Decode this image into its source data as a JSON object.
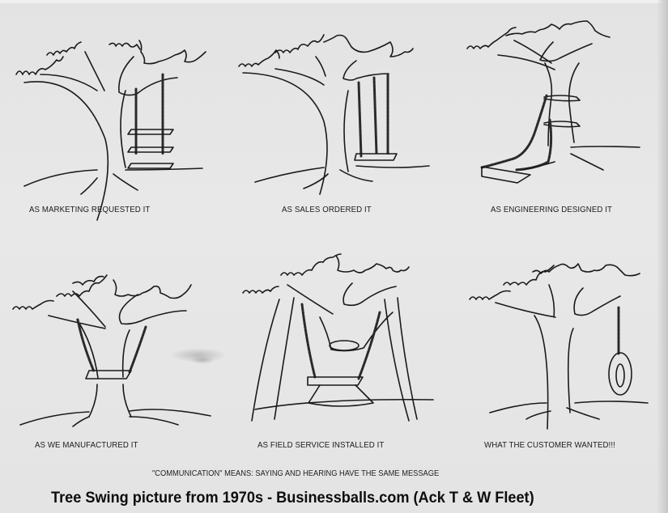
{
  "panels": [
    {
      "id": "marketing",
      "caption": "AS MARKETING REQUESTED IT",
      "depiction": "tree with three-seat ladder swing"
    },
    {
      "id": "sales",
      "caption": "AS SALES ORDERED IT",
      "depiction": "tree with three-rope swing"
    },
    {
      "id": "engineering",
      "caption": "AS ENGINEERING DESIGNED IT",
      "depiction": "ropes tied around trunk, seat on ground"
    },
    {
      "id": "manufacturing",
      "caption": "AS WE MANUFACTURED IT",
      "depiction": "seat wrapped around trunk"
    },
    {
      "id": "field_service",
      "caption": "AS FIELD SERVICE INSTALLED IT",
      "depiction": "trunk cut out, swing propped with poles"
    },
    {
      "id": "customer",
      "caption": "WHAT THE CUSTOMER WANTED!!!",
      "depiction": "tyre swing on one rope"
    }
  ],
  "subtitle": "\"COMMUNICATION\" MEANS:  SAYING AND HEARING HAVE THE SAME MESSAGE",
  "credit": "Tree Swing picture from 1970s - Businessballs.com (Ack T & W Fleet)",
  "colors": {
    "paper": "#e6e6e6",
    "ink": "#1a1a1a"
  }
}
